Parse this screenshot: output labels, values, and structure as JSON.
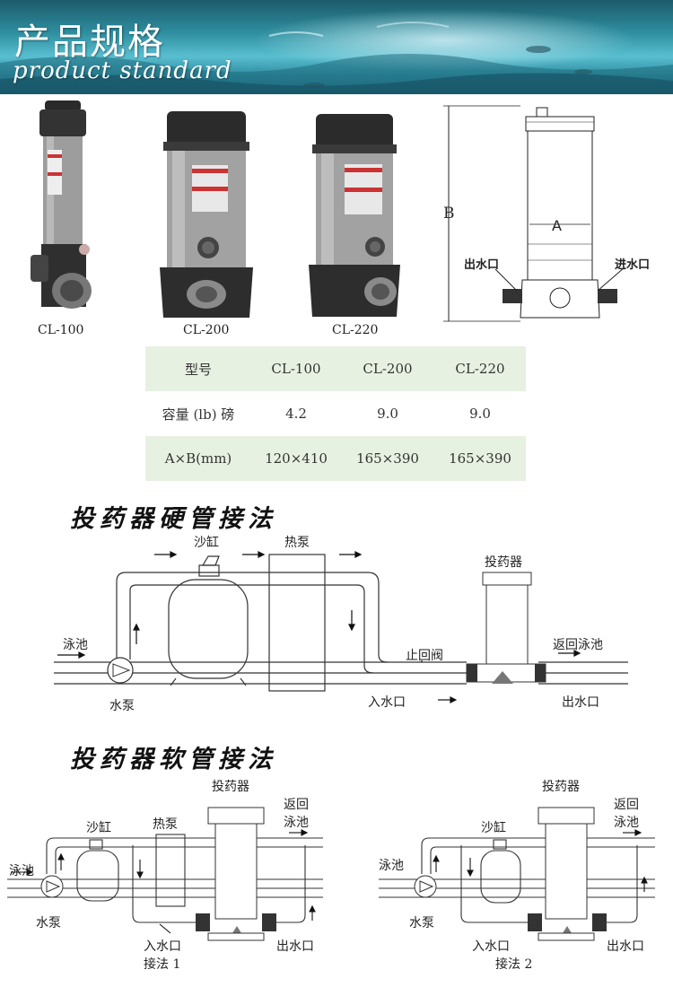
{
  "banner": {
    "title": "产品规格",
    "subtitle": "product standard"
  },
  "products": [
    {
      "model": "CL-100"
    },
    {
      "model": "CL-200"
    },
    {
      "model": "CL-220"
    }
  ],
  "dimension_drawing": {
    "label_b": "B",
    "label_a": "A",
    "outlet": "出水口",
    "inlet": "进水口"
  },
  "spec_table": {
    "rows": [
      [
        "型号",
        "CL-100",
        "CL-200",
        "CL-220"
      ],
      [
        "容量 (lb) 磅",
        "4.2",
        "9.0",
        "9.0"
      ],
      [
        "A×B(mm)",
        "120×410",
        "165×390",
        "165×390"
      ]
    ]
  },
  "hard_pipe": {
    "title": "投药器硬管接法",
    "labels": {
      "sand_tank": "沙缸",
      "heat_pump": "热泵",
      "feeder": "投药器",
      "pool": "泳池",
      "check_valve": "止回阀",
      "return_pool": "返回泳池",
      "water_pump": "水泵",
      "inlet": "入水口",
      "outlet": "出水口"
    }
  },
  "soft_pipe": {
    "title": "投药器软管接法",
    "method1": {
      "feeder": "投药器",
      "return": "返回",
      "return2": "泳池",
      "sand_tank": "沙缸",
      "heat_pump": "热泵",
      "pool": "泳池",
      "water_pump": "水泵",
      "inlet": "入水口",
      "outlet": "出水口",
      "caption": "接法 1"
    },
    "method2": {
      "feeder": "投药器",
      "return": "返回",
      "return2": "泳池",
      "sand_tank": "沙缸",
      "pool": "泳池",
      "water_pump": "水泵",
      "inlet": "入水口",
      "outlet": "出水口",
      "caption": "接法 2"
    }
  },
  "colors": {
    "banner_water": "#2e8fa0",
    "table_shade": "#e7f1e1",
    "feeder_body": "#9a9a9a",
    "feeder_cap": "#2a2a2a"
  }
}
